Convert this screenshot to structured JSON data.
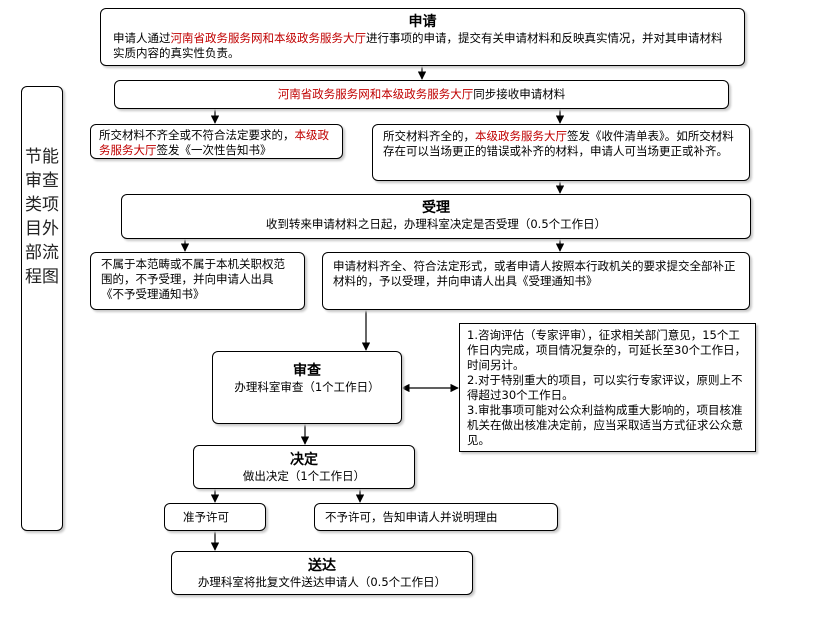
{
  "side_title": "节能审查类项目外部流程图",
  "apply": {
    "title": "申请",
    "text_1": "申请人通过",
    "text_red": "河南省政务服务网和本级政务服务大厅",
    "text_2": "进行事项的申请，提交有关申请材料和反映真实情况，并对其申请材料实质内容的真实性负责。"
  },
  "receive": {
    "text_red": "河南省政务服务网和本级政务服务大厅",
    "text": "同步接收申请材料"
  },
  "incomplete": {
    "text_1": "所交材料不齐全或不符合法定要求的，",
    "text_red": "本级政务服务大厅",
    "text_2": "签发《一次性告知书》"
  },
  "complete": {
    "text_1": "所交材料齐全的，",
    "text_red": "本级政务服务大厅",
    "text_2": "签发《收件清单表》。如所交材料存在可以当场更正的错误或补齐的材料，申请人可当场更正或补齐。"
  },
  "accept": {
    "title": "受理",
    "text": "收到转来申请材料之日起，办理科室决定是否受理（0.5个工作日）"
  },
  "reject_scope": {
    "text": "不属于本范畴或不属于本机关职权范围的，不予受理，并向申请人出具《不予受理通知书》"
  },
  "accept_ok": {
    "text": "申请材料齐全、符合法定形式，或者申请人按照本行政机关的要求提交全部补正材料的，予以受理，并向申请人出具《受理通知书》"
  },
  "review": {
    "title": "审查",
    "text": "办理科室审查（1个工作日）"
  },
  "notes": {
    "line1": "1.咨询评估（专家评审），征求相关部门意见，15个工作日内完成，项目情况复杂的，可延长至30个工作日，时间另计。",
    "line2": "2.对于特别重大的项目，可以实行专家评议，原则上不得超过30个工作日。",
    "line3": "3.审批事项可能对公众利益构成重大影响的，项目核准机关在做出核准决定前，应当采取适当方式征求公众意见。"
  },
  "decision": {
    "title": "决定",
    "text": "做出决定（1个工作日）"
  },
  "approve": {
    "text": "准予许可"
  },
  "deny": {
    "text": "不予许可，告知申请人并说明理由"
  },
  "deliver": {
    "title": "送达",
    "text": "办理科室将批复文件送达申请人（0.5个工作日）"
  }
}
